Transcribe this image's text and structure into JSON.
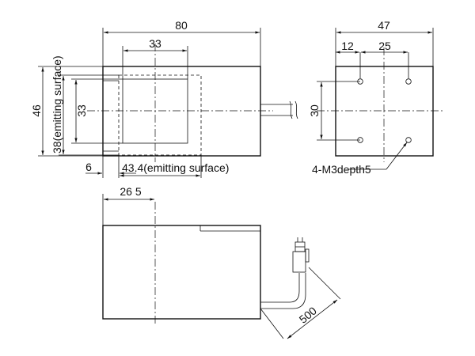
{
  "front_view": {
    "dim_width": "80",
    "dim_inner_width": "33",
    "dim_height": "46",
    "dim_emit_height": "38(emitting surface)",
    "dim_inner_height": "33",
    "dim_offset": "6",
    "dim_emit_width": "43.4(emitting surface)"
  },
  "side_view": {
    "dim_width": "47",
    "dim_left": "12",
    "dim_spacing": "25",
    "dim_vertical": "30",
    "hole_note": "4-M3depth5"
  },
  "top_view": {
    "dim_offset": "26 5",
    "dim_cable": "500"
  }
}
